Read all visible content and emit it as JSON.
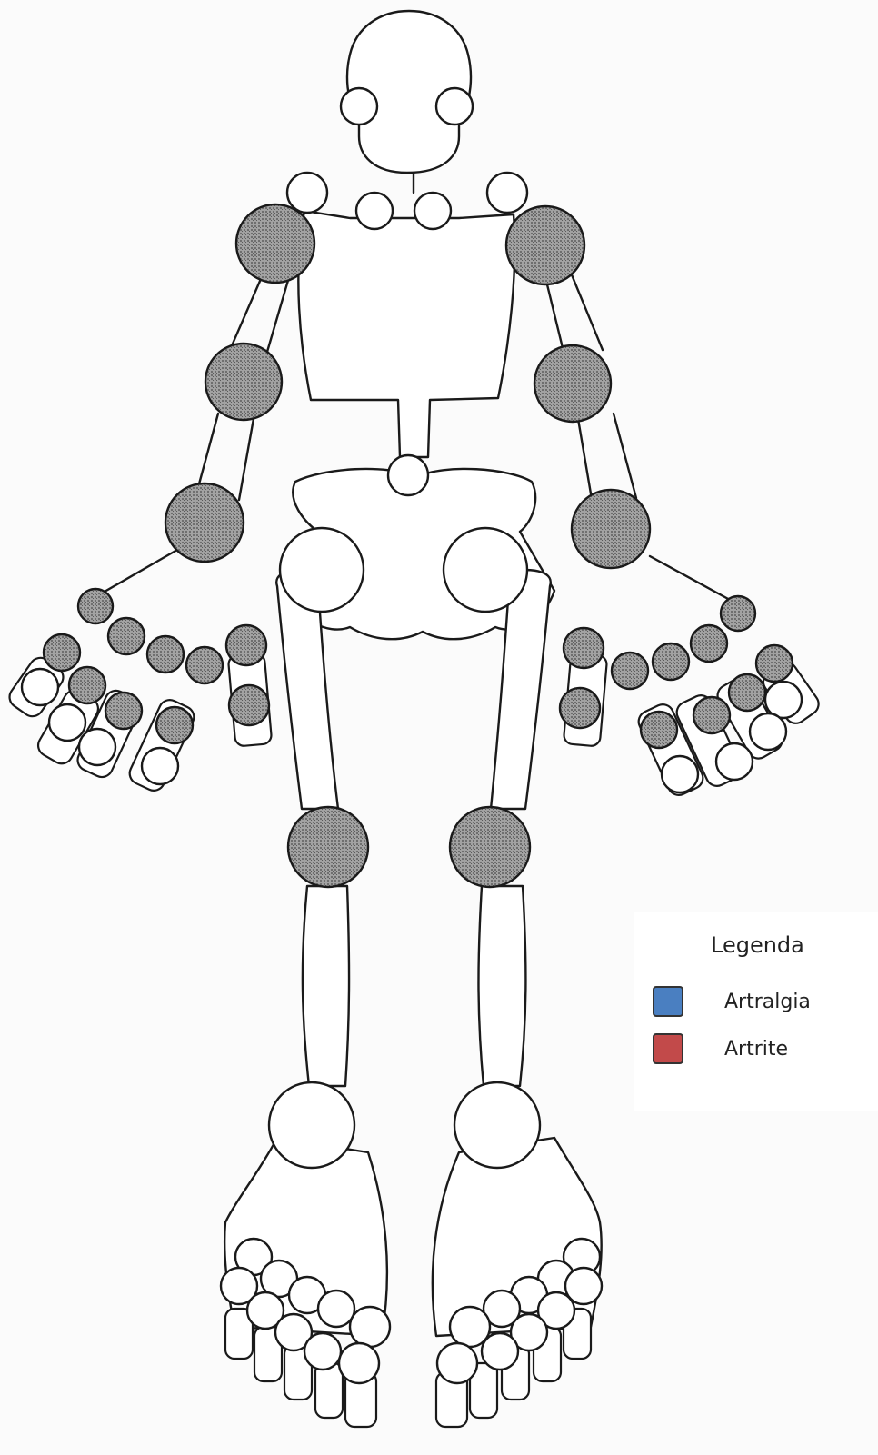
{
  "legend": {
    "title": "Legenda",
    "items": [
      {
        "label": "Artralgia",
        "color": "#4a7fc1"
      },
      {
        "label": "Artrite",
        "color": "#c24a4a"
      }
    ]
  },
  "colors": {
    "affected_joint_fill": "#8c8c8c",
    "unaffected_joint_fill": "#ffffff",
    "outline": "#1a1a1a"
  },
  "joints": {
    "affected": [
      "right-shoulder",
      "left-shoulder",
      "right-elbow",
      "left-elbow",
      "right-wrist",
      "left-wrist",
      "right-knee",
      "left-knee",
      "right-hand-mcp",
      "left-hand-mcp",
      "right-hand-pip",
      "left-hand-pip",
      "right-thumb",
      "left-thumb"
    ],
    "unaffected": [
      "temporomandibular",
      "sternoclavicular",
      "acromioclavicular",
      "sacroiliac",
      "hips",
      "ankles",
      "hand-dip",
      "feet"
    ]
  }
}
